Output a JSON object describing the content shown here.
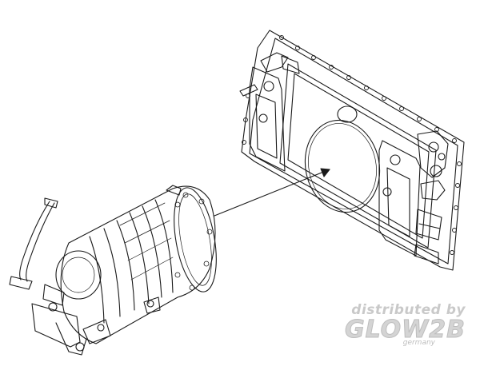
{
  "diagram": {
    "parts": [
      {
        "name": "transmission-unit",
        "description_visible": false
      },
      {
        "name": "engine-frame-plate",
        "description_visible": false
      }
    ],
    "connector": "arrow-from-unit-to-frame-opening",
    "line_color": "#1a1a1a",
    "background": "#ffffff"
  },
  "watermark": {
    "top_line": "distributed by",
    "logo": "GLOW2B",
    "sub_line": "germany",
    "color": "#c9c9c9"
  }
}
